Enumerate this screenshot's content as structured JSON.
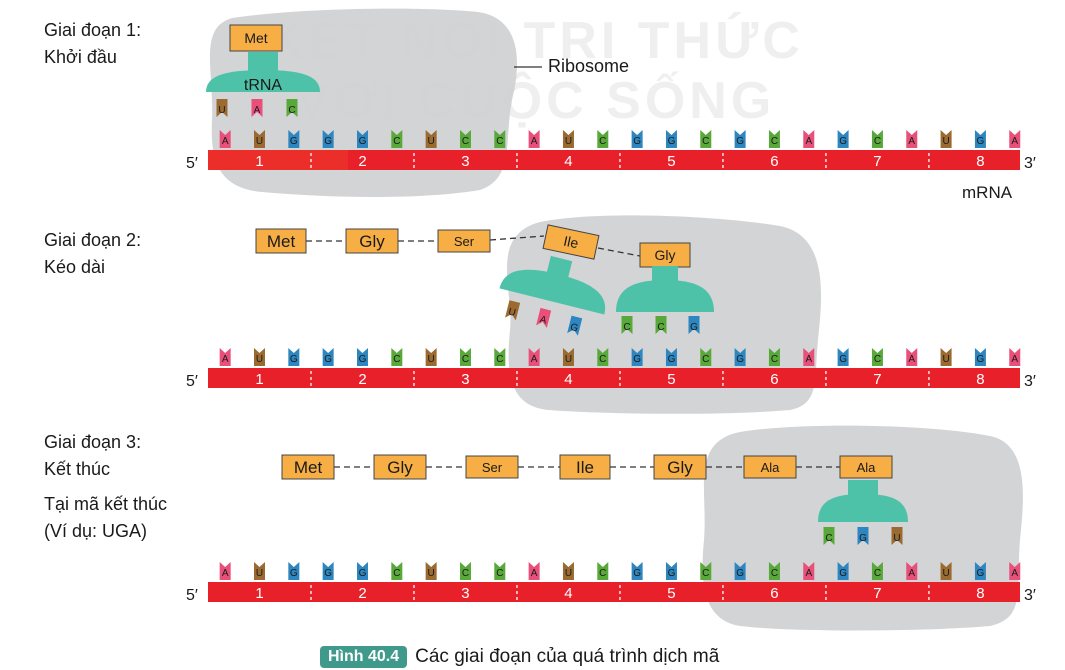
{
  "watermark": {
    "line1": "KẾT NỐI TRI THỨC",
    "line2": "VỚI CUỘC SỐNG"
  },
  "labels": {
    "five_prime": "5′",
    "three_prime": "3′",
    "mrna": "mRNA",
    "ribosome": "Ribosome",
    "trna": "tRNA"
  },
  "colors": {
    "A": "#e8507a",
    "U": "#9a6a30",
    "G": "#2e86c1",
    "C": "#58a83a",
    "mrna": "#e8202a",
    "ribosome": "#cfd0d2",
    "trna": "#4ec2a8",
    "amino": "#f6ae45"
  },
  "mrna_sequence": [
    "A",
    "U",
    "G",
    "G",
    "G",
    "C",
    "U",
    "C",
    "C",
    "A",
    "U",
    "C",
    "G",
    "G",
    "C",
    "G",
    "C",
    "A",
    "G",
    "C",
    "A",
    "U",
    "G",
    "A"
  ],
  "codon_numbers": [
    "1",
    "2",
    "3",
    "4",
    "5",
    "6",
    "7",
    "8"
  ],
  "stages": [
    {
      "title": "Giai đoạn 1:",
      "subtitle": "Khởi đầu",
      "anticodon_sets": [
        [
          "U",
          "A",
          "C"
        ]
      ],
      "chain": [
        {
          "label": "Met",
          "big": false
        }
      ]
    },
    {
      "title": "Giai đoạn 2:",
      "subtitle": "Kéo dài",
      "anticodon_sets": [
        [
          "U",
          "A",
          "G"
        ],
        [
          "C",
          "C",
          "G"
        ]
      ],
      "chain": [
        {
          "label": "Met",
          "big": true
        },
        {
          "label": "Gly",
          "big": true
        },
        {
          "label": "Ser",
          "big": false
        },
        {
          "label": "Ile",
          "big": false
        },
        {
          "label": "Gly",
          "big": false
        }
      ]
    },
    {
      "title": "Giai đoạn 3:",
      "subtitle": "Kết thúc",
      "note_line1": "Tại mã kết thúc",
      "note_line2": "(Ví dụ: UGA)",
      "anticodon_sets": [
        [
          "C",
          "G",
          "U"
        ]
      ],
      "chain": [
        {
          "label": "Met",
          "big": true
        },
        {
          "label": "Gly",
          "big": true
        },
        {
          "label": "Ser",
          "big": false
        },
        {
          "label": "Ile",
          "big": true
        },
        {
          "label": "Gly",
          "big": true
        },
        {
          "label": "Ala",
          "big": false
        },
        {
          "label": "Ala",
          "big": false
        }
      ]
    }
  ],
  "caption": {
    "badge": "Hình 40.4",
    "text": "Các giai đoạn của quá trình dịch mã"
  }
}
